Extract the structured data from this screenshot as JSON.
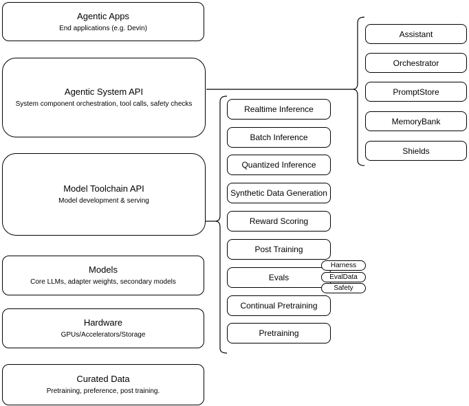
{
  "left_stack": [
    {
      "title": "Agentic Apps",
      "subtitle": "End applications (e.g. Devin)"
    },
    {
      "title": "Agentic System API",
      "subtitle": "System component orchestration, tool calls, safety checks"
    },
    {
      "title": "Model Toolchain API",
      "subtitle": "Model development & serving"
    },
    {
      "title": "Models",
      "subtitle": "Core LLMs, adapter weights, secondary models"
    },
    {
      "title": "Hardware",
      "subtitle": "GPUs/Accelerators/Storage"
    },
    {
      "title": "Curated Data",
      "subtitle": "Pretraining, preference, post training."
    }
  ],
  "toolchain_components": [
    "Realtime Inference",
    "Batch Inference",
    "Quantized Inference",
    "Synthetic Data Generation",
    "Reward Scoring",
    "Post Training",
    "Evals",
    "Continual Pretraining",
    "Pretraining"
  ],
  "evals_tags": [
    "Harness",
    "EvalData",
    "Safety"
  ],
  "system_components": [
    "Assistant",
    "Orchestrator",
    "PromptStore",
    "MemoryBank",
    "Shields"
  ],
  "colors": {
    "background": "#ffffff",
    "line": "#000000",
    "text": "#000000"
  }
}
